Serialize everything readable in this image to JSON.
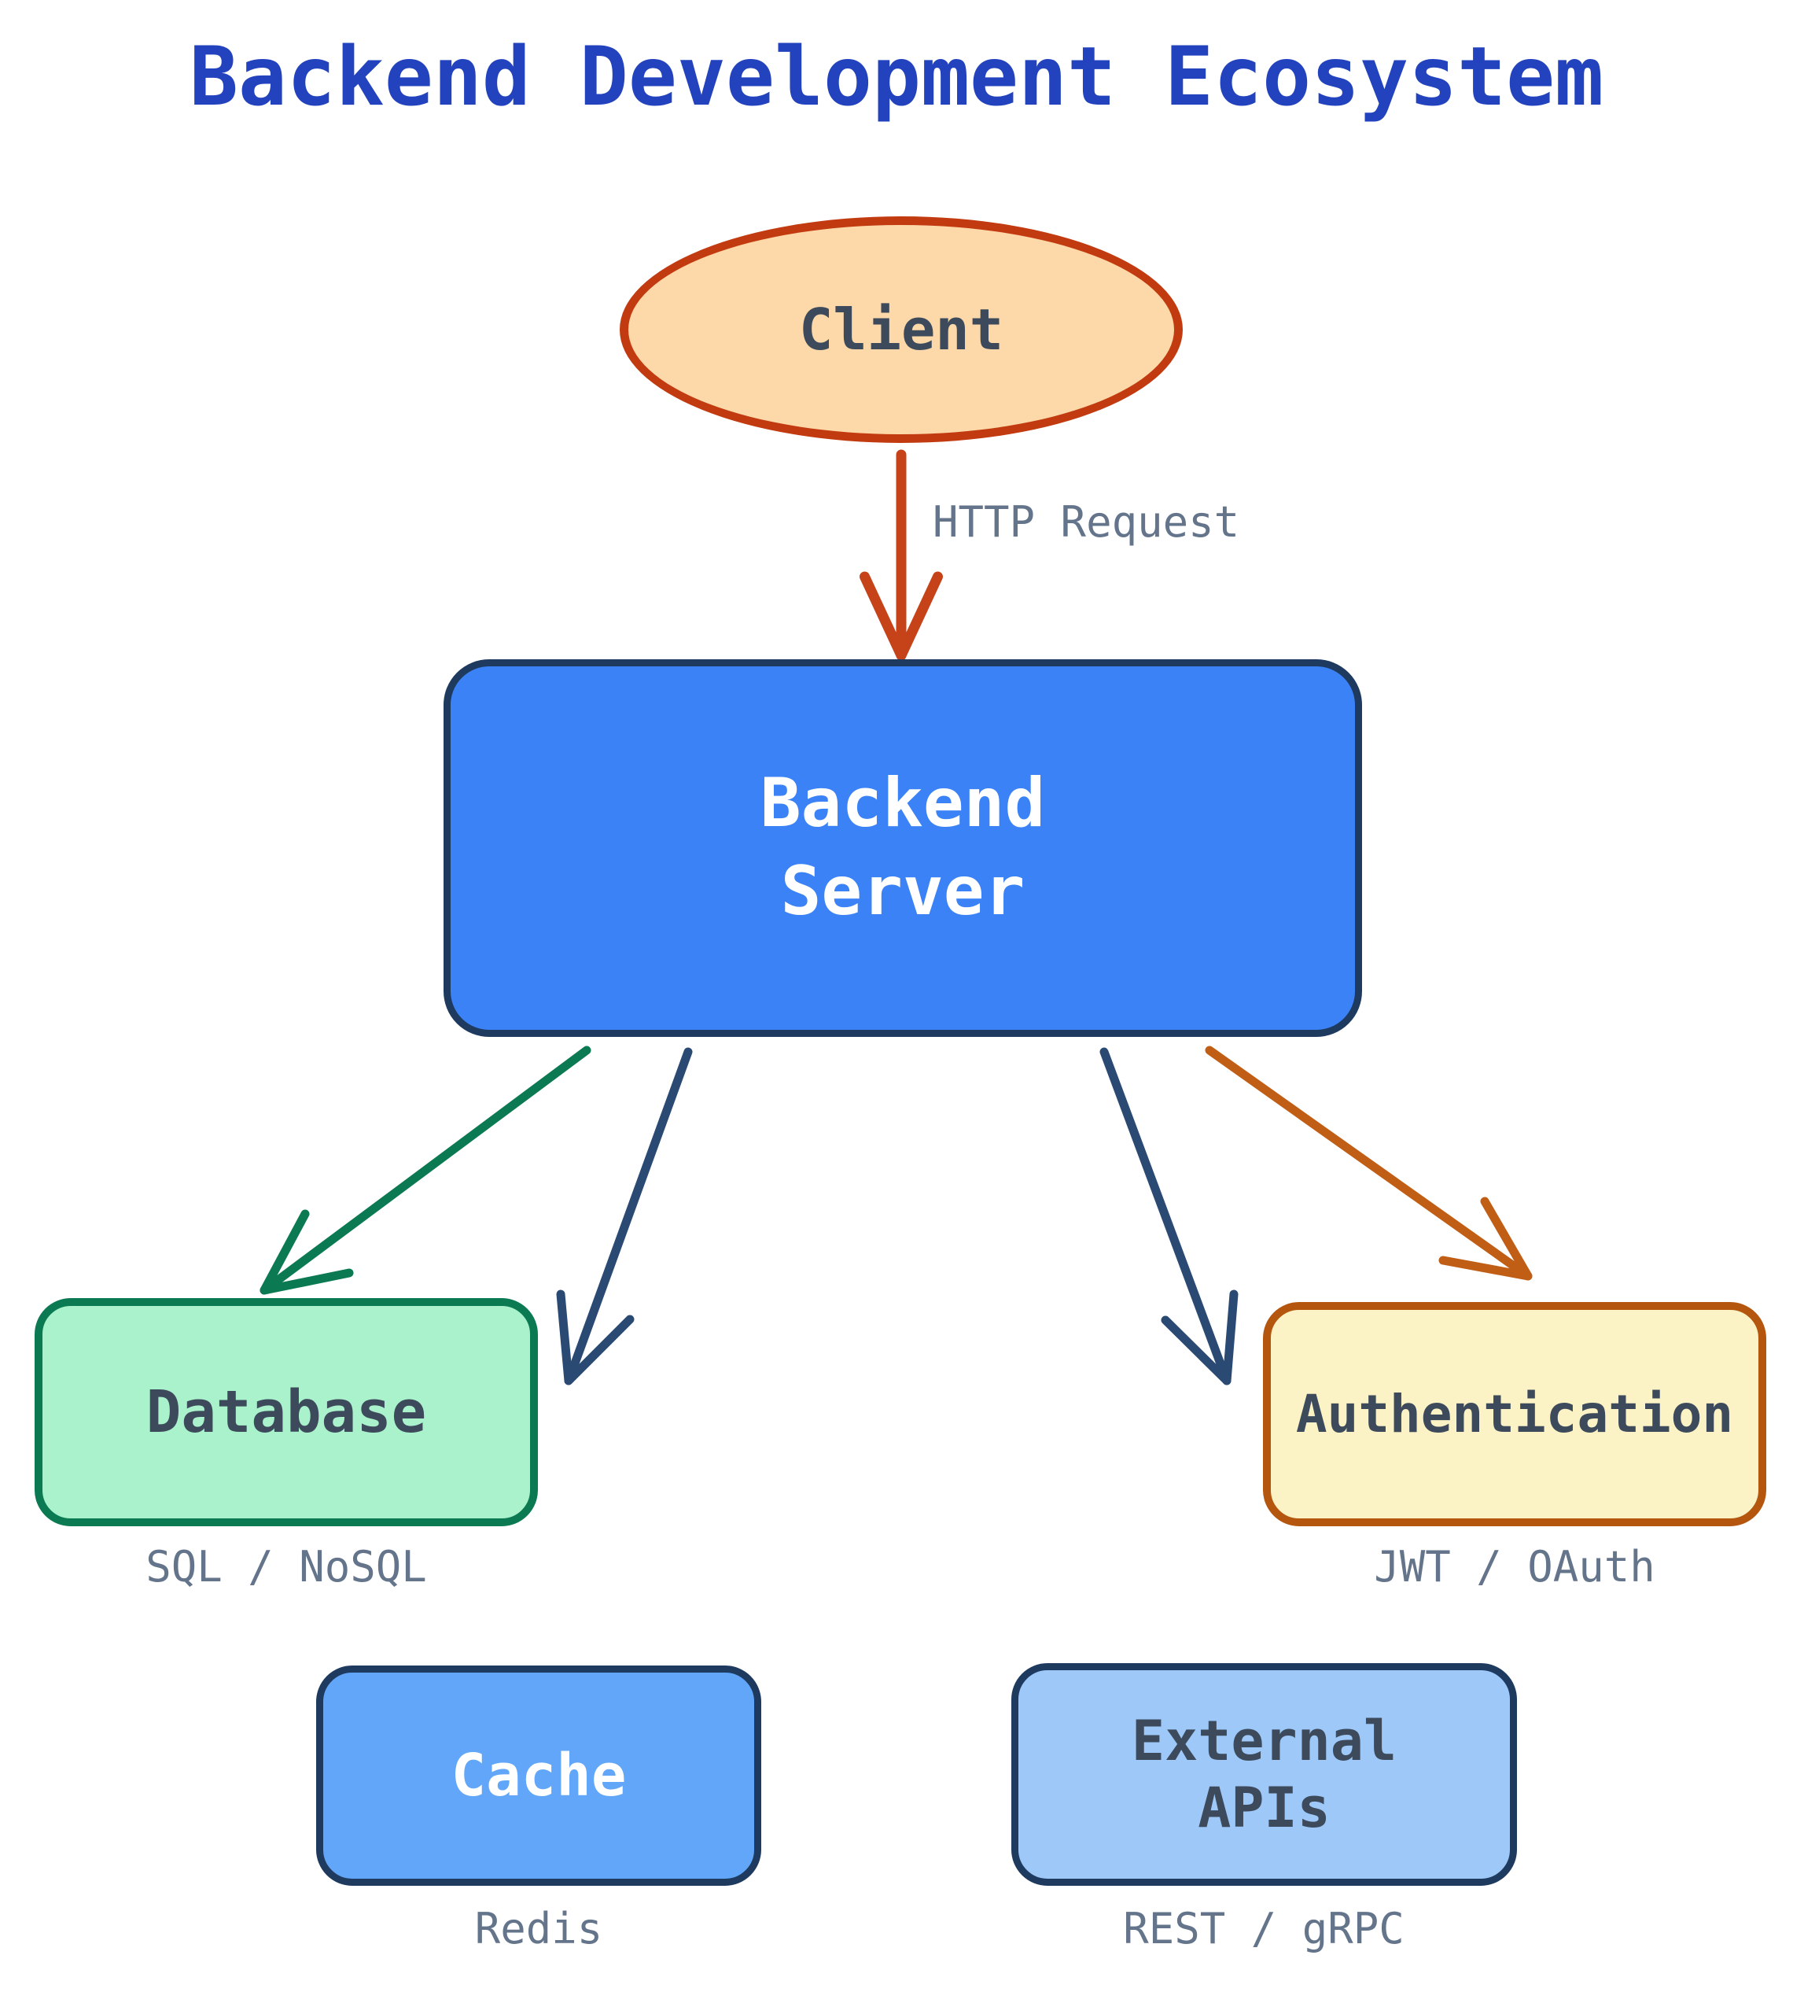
{
  "title": "Backend Development Ecosystem",
  "nodes": {
    "client": {
      "label": "Client",
      "fill": "#FDD8A9",
      "border": "#C23B10"
    },
    "backend_server": {
      "line1": "Backend",
      "line2": "Server",
      "fill": "#3B82F6",
      "border": "#1F3A5F"
    },
    "database": {
      "label": "Database",
      "sublabel": "SQL / NoSQL",
      "fill": "#A9F2CB",
      "border": "#0B7A52"
    },
    "cache": {
      "label": "Cache",
      "sublabel": "Redis",
      "fill": "#61A6F8",
      "border": "#1F3A5F"
    },
    "external_apis": {
      "line1": "External",
      "line2": "APIs",
      "sublabel": "REST / gRPC",
      "fill": "#9DC8F7",
      "border": "#1F3A5F"
    },
    "authentication": {
      "label": "Authentication",
      "sublabel": "JWT / OAuth",
      "fill": "#FBF2C5",
      "border": "#B4560E"
    }
  },
  "edges": {
    "http_request": {
      "label": "HTTP Request",
      "color": "#C6431A"
    },
    "to_database": {
      "color": "#0B7A52"
    },
    "to_cache": {
      "color": "#2A4A73"
    },
    "to_external_apis": {
      "color": "#2A4A73"
    },
    "to_authentication": {
      "color": "#C05E16"
    }
  },
  "colors": {
    "title": "#2343BE",
    "node_text_dark": "#3D4A5C",
    "node_text_light": "#FFFFFF",
    "sublabel": "#64748B",
    "background": "#FFFFFF"
  }
}
